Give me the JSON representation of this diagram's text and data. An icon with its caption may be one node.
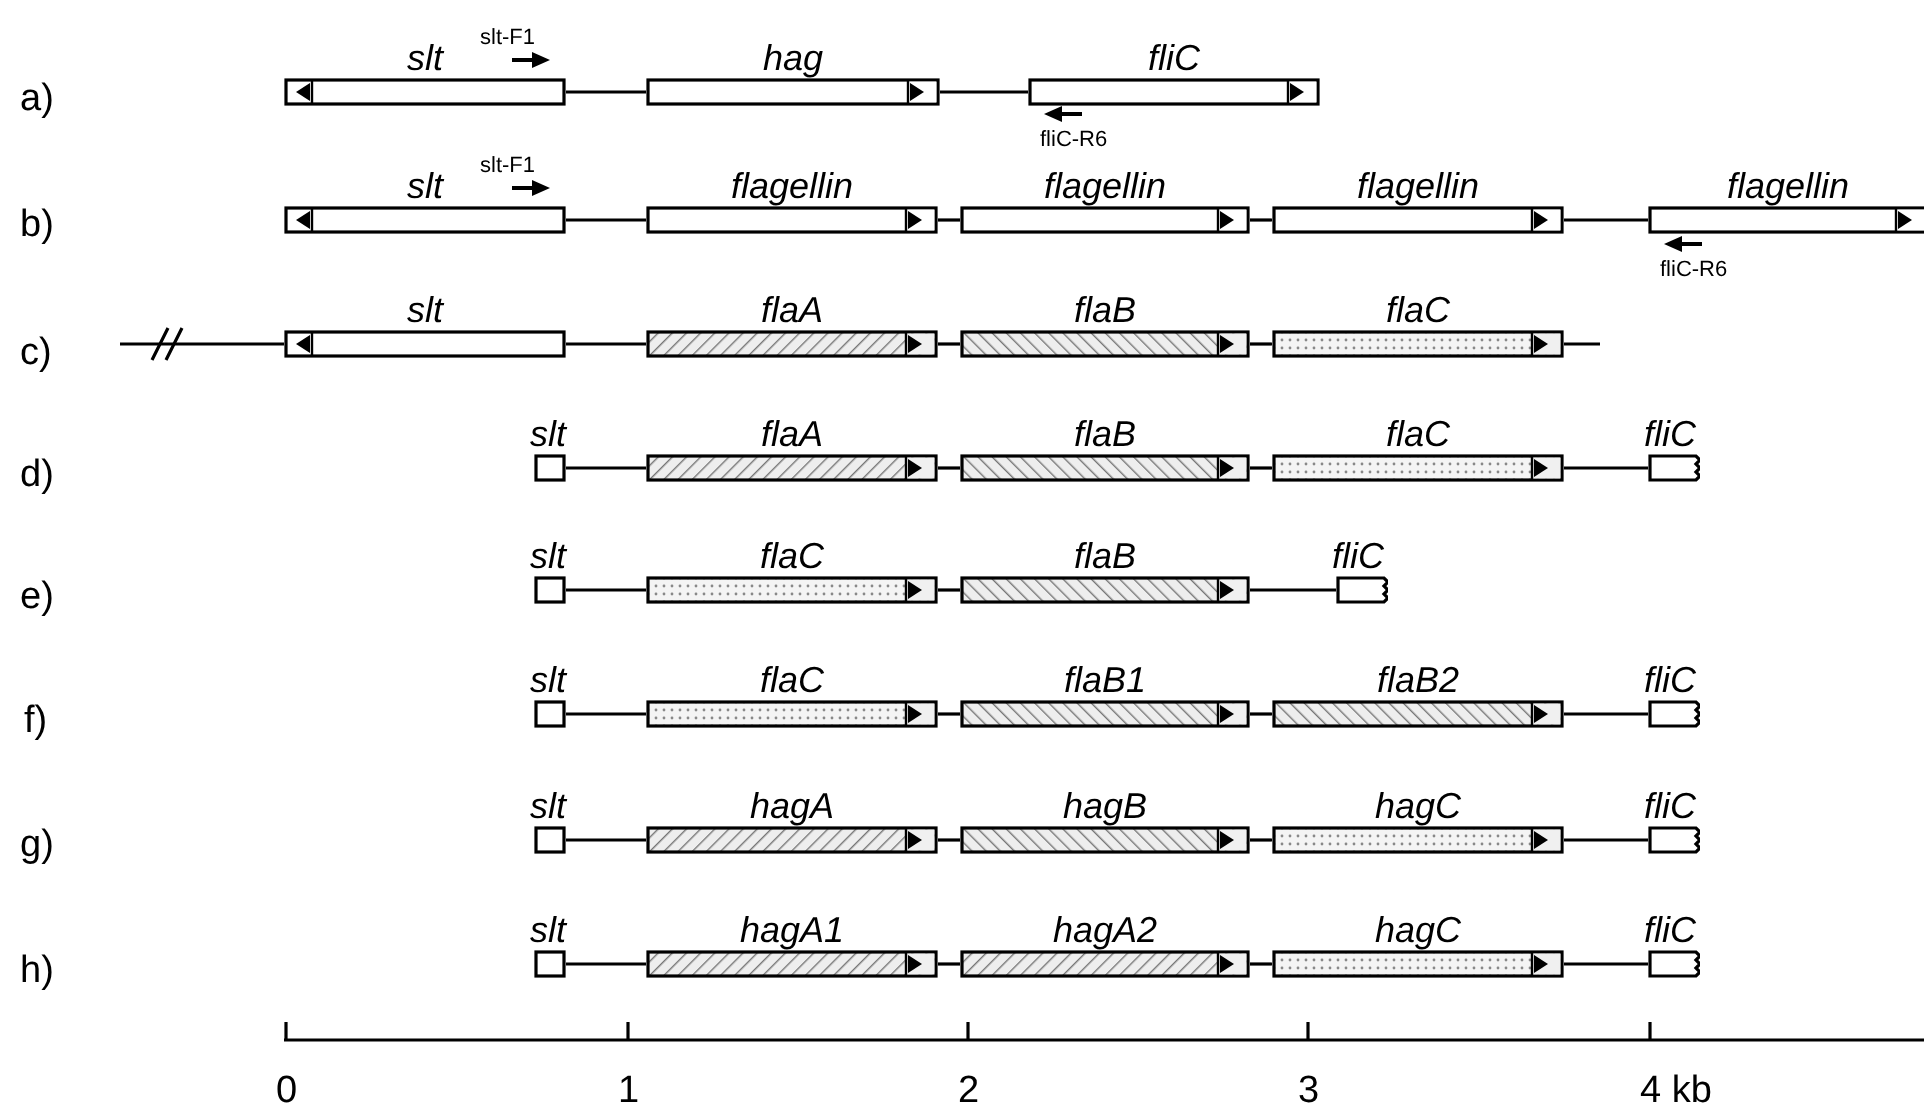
{
  "diagram": {
    "nodes": [
      {
        "text": [
          "slt"
        ]
      },
      {
        "text": [
          "hag"
        ]
      },
      {
        "text": [
          "fliC"
        ]
      },
      {
        "text": [
          "slt"
        ]
      },
      {
        "text": [
          "flagellin"
        ]
      },
      {
        "text": [
          "flagellin"
        ]
      },
      {
        "text": [
          "flagellin"
        ]
      },
      {
        "text": [
          "flagellin"
        ]
      },
      {
        "text": [
          "slt"
        ]
      },
      {
        "text": [
          "flaA"
        ]
      },
      {
        "text": [
          "flaB"
        ]
      },
      {
        "text": [
          "flaC"
        ]
      },
      {
        "text": [
          "slt"
        ]
      },
      {
        "text": [
          "flaA"
        ]
      },
      {
        "text": [
          "flaB"
        ]
      },
      {
        "text": [
          "flaC"
        ]
      },
      {
        "text": [
          "fliC"
        ]
      },
      {
        "text": [
          "slt"
        ]
      },
      {
        "text": [
          "flaC"
        ]
      },
      {
        "text": [
          "flaB"
        ]
      },
      {
        "text": [
          "fliC"
        ]
      },
      {
        "text": [
          "slt"
        ]
      },
      {
        "text": [
          "flaC"
        ]
      },
      {
        "text": [
          "flaB1"
        ]
      },
      {
        "text": [
          "flaB2"
        ]
      },
      {
        "text": [
          "fliC"
        ]
      },
      {
        "text": [
          "slt"
        ]
      },
      {
        "text": [
          "hagA"
        ]
      },
      {
        "text": [
          "hagB"
        ]
      },
      {
        "text": [
          "hagC"
        ]
      },
      {
        "text": [
          "fliC"
        ]
      },
      {
        "text": [
          "slt"
        ]
      },
      {
        "text": [
          "hagA1"
        ]
      },
      {
        "text": [
          "hagA2"
        ]
      },
      {
        "text": [
          "hagC"
        ]
      },
      {
        "text": [
          "fliC"
        ]
      }
    ],
    "edges": [
      {
        "from": 0,
        "to": 1,
        "arrow": "none"
      },
      {
        "from": 1,
        "to": 2,
        "arrow": "none"
      },
      {
        "from": 3,
        "to": 4,
        "arrow": "none"
      },
      {
        "from": 4,
        "to": 5,
        "arrow": "none"
      },
      {
        "from": 5,
        "to": 6,
        "arrow": "none"
      },
      {
        "from": 6,
        "to": 7,
        "arrow": "none"
      },
      {
        "from": null,
        "to": 8,
        "arrow": "none"
      },
      {
        "from": 8,
        "to": 9,
        "arrow": "none"
      },
      {
        "from": 9,
        "to": 10,
        "arrow": "none"
      },
      {
        "from": 10,
        "to": 11,
        "arrow": "none"
      },
      {
        "from": 11,
        "to": null,
        "arrow": "none"
      },
      {
        "from": 12,
        "to": 13,
        "arrow": "none"
      },
      {
        "from": 13,
        "to": 14,
        "arrow": "none"
      },
      {
        "from": 14,
        "to": 15,
        "arrow": "none"
      },
      {
        "from": 15,
        "to": 16,
        "arrow": "none"
      },
      {
        "from": 17,
        "to": 18,
        "arrow": "none"
      },
      {
        "from": 18,
        "to": 19,
        "arrow": "none"
      },
      {
        "from": 19,
        "to": 20,
        "arrow": "none"
      },
      {
        "from": 21,
        "to": 22,
        "arrow": "none"
      },
      {
        "from": 22,
        "to": 23,
        "arrow": "none"
      },
      {
        "from": 23,
        "to": 24,
        "arrow": "none"
      },
      {
        "from": 24,
        "to": 25,
        "arrow": "none"
      },
      {
        "from": 26,
        "to": 27,
        "arrow": "none"
      },
      {
        "from": 27,
        "to": 28,
        "arrow": "none"
      },
      {
        "from": 28,
        "to": 29,
        "arrow": "none"
      },
      {
        "from": 29,
        "to": 30,
        "arrow": "none"
      },
      {
        "from": 31,
        "to": 32,
        "arrow": "none"
      },
      {
        "from": 32,
        "to": 33,
        "arrow": "none"
      },
      {
        "from": 33,
        "to": 34,
        "arrow": "none"
      },
      {
        "from": 34,
        "to": 35,
        "arrow": "none"
      }
    ],
    "labels": [
      "a)",
      "slt-F1",
      "fliC-R6",
      "b)",
      "slt-F1",
      "fliC-R6",
      "c)",
      "d)",
      "e)",
      "f)",
      "g)",
      "h)",
      "0",
      "1",
      "2",
      "3",
      "4 kb"
    ]
  }
}
